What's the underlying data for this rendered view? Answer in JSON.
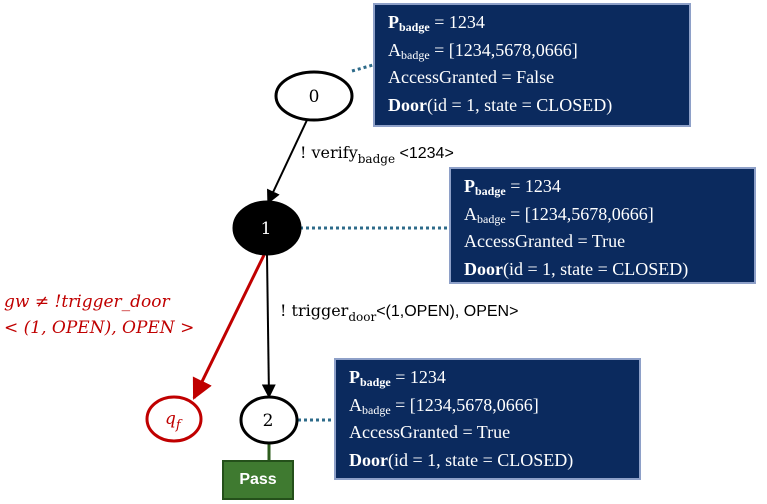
{
  "states": [
    {
      "id": "0",
      "fill": "#ffffff",
      "text_color": "#000000"
    },
    {
      "id": "1",
      "fill": "#000000",
      "text_color": "#ffffff"
    },
    {
      "id": "2",
      "fill": "#ffffff",
      "text_color": "#000000"
    }
  ],
  "fail_state": {
    "base": "q",
    "sub": "f",
    "color": "#c00000"
  },
  "transitions": [
    {
      "from": "0",
      "to": "1",
      "prefix": "! verify",
      "sub": "badge",
      "suffix": " <1234>"
    },
    {
      "from": "1",
      "to": "2",
      "prefix": "! trigger",
      "sub": "door",
      "suffix": "<(1,OPEN), OPEN>"
    }
  ],
  "guard": {
    "line1": "gw ≠ !trigger_door",
    "line2": "< (1, OPEN), OPEN >",
    "color": "#c00000"
  },
  "state_boxes": [
    {
      "for_state": "0",
      "p_badge_label": "P",
      "p_badge_sub": "badge",
      "p_badge_value": " = 1234",
      "a_badge_label": "A",
      "a_badge_sub": "badge",
      "a_badge_value": " = [1234,5678,0666]",
      "access_granted": "AccessGranted = False",
      "door_label": "Door",
      "door_value": "(id = 1, state = CLOSED)"
    },
    {
      "for_state": "1",
      "p_badge_label": "P",
      "p_badge_sub": "badge",
      "p_badge_value": " = 1234",
      "a_badge_label": "A",
      "a_badge_sub": "badge",
      "a_badge_value": " = [1234,5678,0666]",
      "access_granted": "AccessGranted = True",
      "door_label": "Door",
      "door_value": "(id = 1, state = CLOSED)"
    },
    {
      "for_state": "2",
      "p_badge_label": "P",
      "p_badge_sub": "badge",
      "p_badge_value": " = 1234",
      "a_badge_label": "A",
      "a_badge_sub": "badge",
      "a_badge_value": " = [1234,5678,0666]",
      "access_granted": "AccessGranted = True",
      "door_label": "Door",
      "door_value": "(id = 1, state = CLOSED)"
    }
  ],
  "verdict": {
    "label": "Pass",
    "color": "#3f7a30"
  },
  "colors": {
    "box_fill": "#0b2a5e",
    "box_border": "#8ea0c8",
    "connector_dotted": "#2e6b8a",
    "fail_edge": "#c00000",
    "verdict_link": "#2e5d1e"
  }
}
